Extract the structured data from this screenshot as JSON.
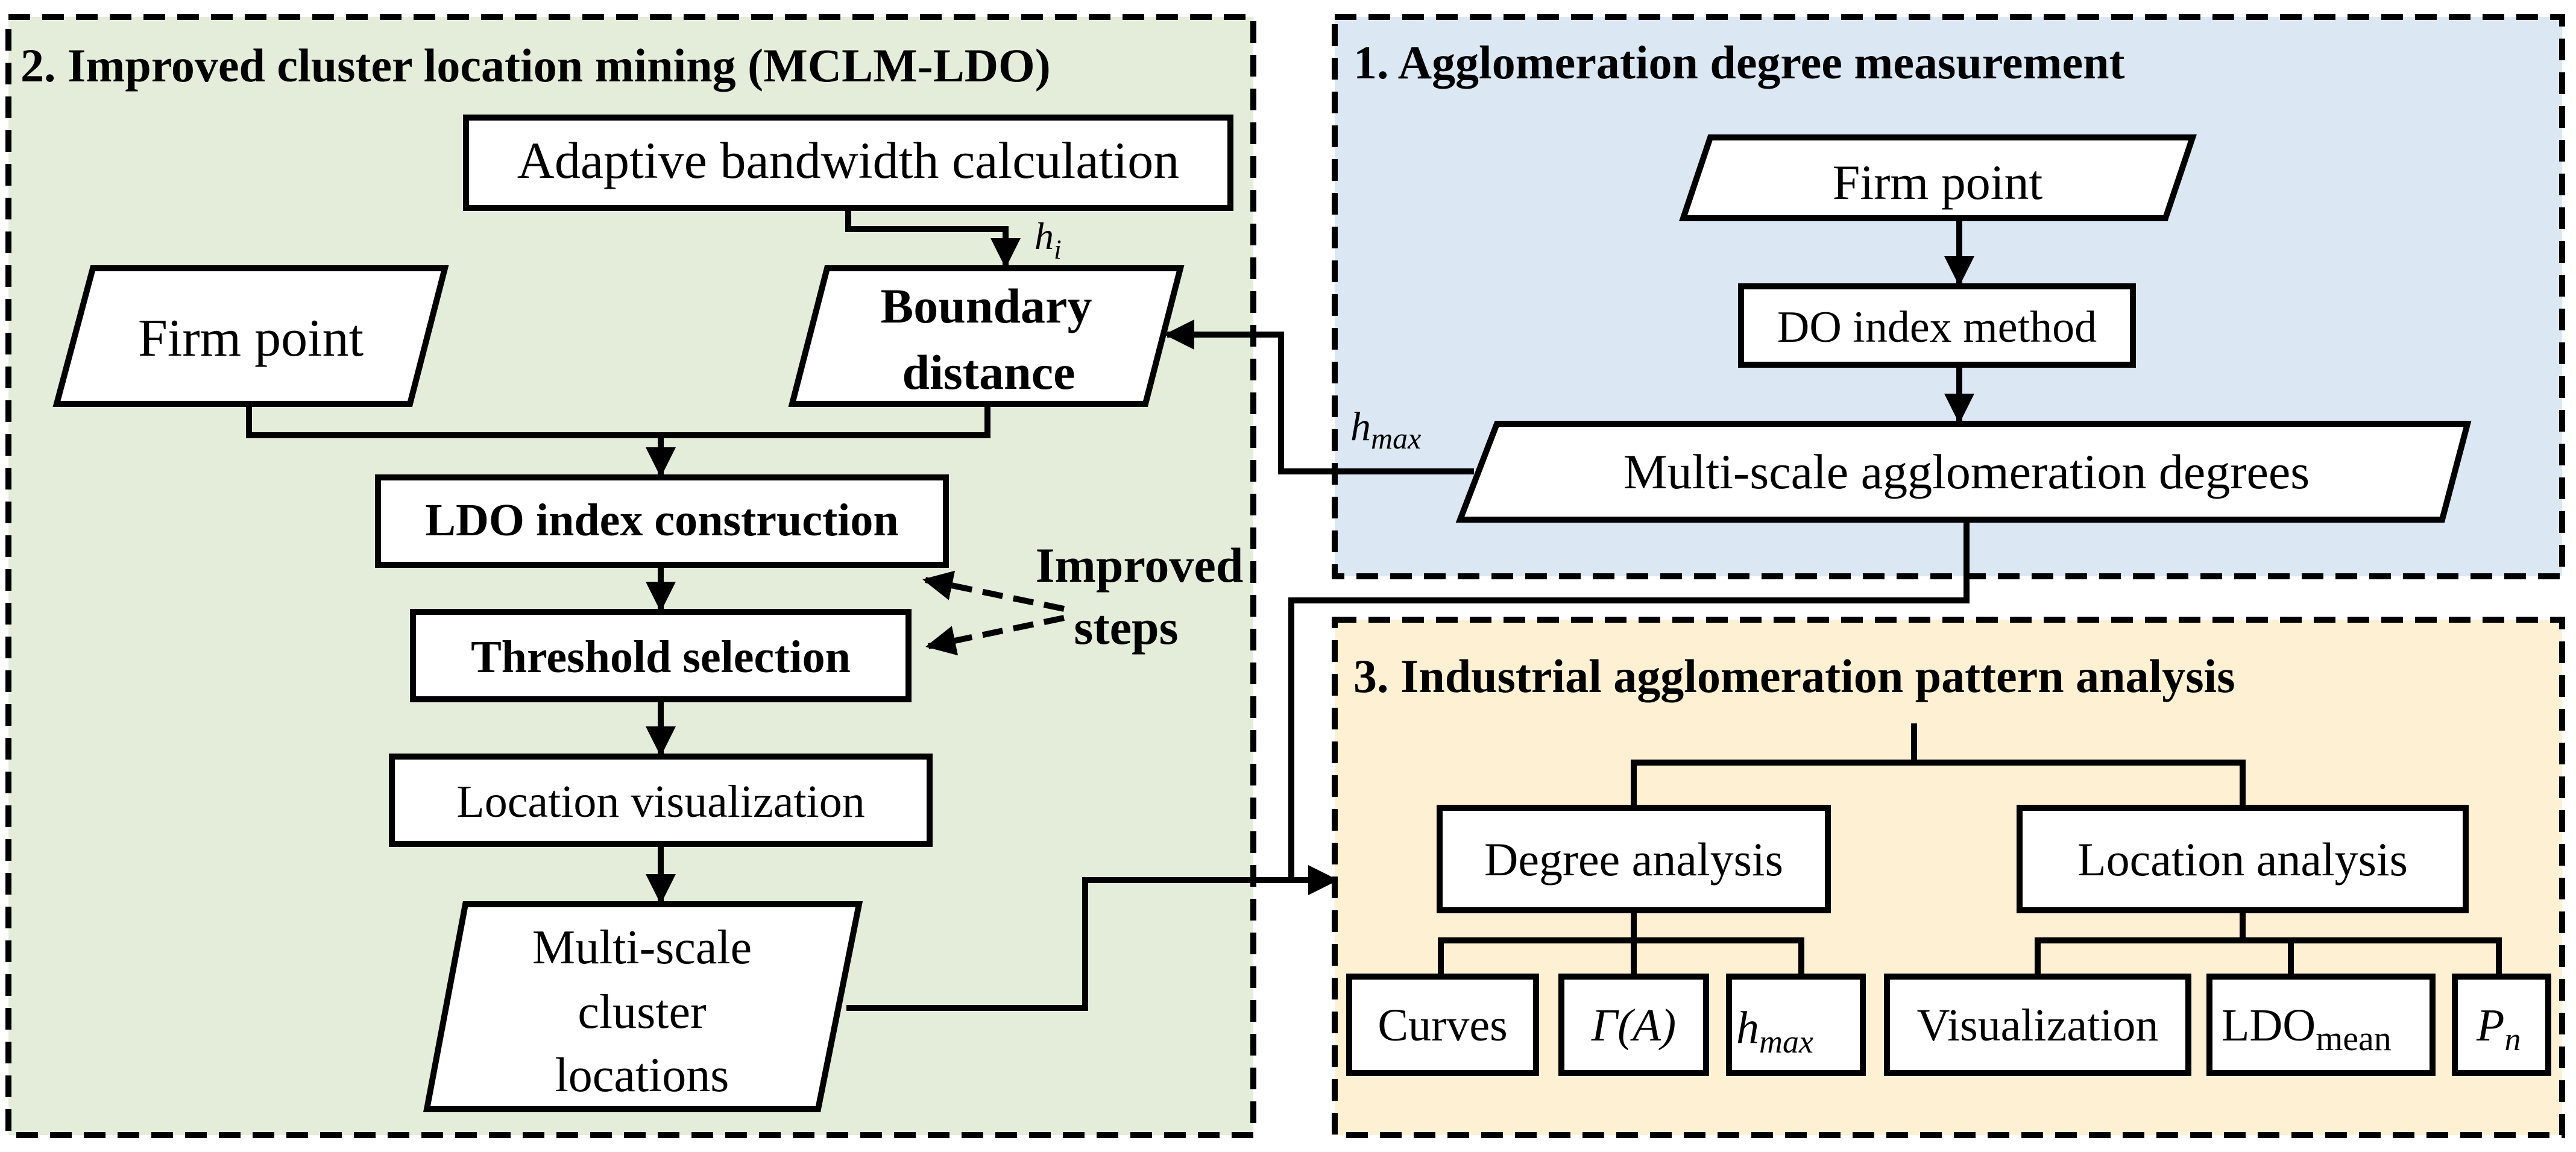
{
  "colors": {
    "panel_green": "#e3edd9",
    "panel_blue": "#dce7f4",
    "panel_yellow": "#fdf0d3",
    "stroke": "#000000"
  },
  "panels": {
    "p1_title": "1. Agglomeration degree measurement",
    "p2_title": "2. Improved cluster location mining (MCLM-LDO)",
    "p3_title": "3. Industrial agglomeration pattern analysis"
  },
  "p1": {
    "firm_point": "Firm point",
    "do_index": "DO index method",
    "multi_scale_degrees": "Multi-scale agglomeration degrees"
  },
  "p2": {
    "adaptive_bandwidth": "Adaptive bandwidth calculation",
    "h_i_main": "h",
    "h_i_sub": "i",
    "firm_point": "Firm point",
    "boundary_line1": "Boundary",
    "boundary_line2": "distance",
    "ldo_construction": "LDO index construction",
    "threshold_selection": "Threshold selection",
    "location_visualization": "Location visualization",
    "clusters_line1": "Multi-scale",
    "clusters_line2": "cluster",
    "clusters_line3": "locations",
    "improved_line1": "Improved",
    "improved_line2": "steps",
    "hmax_main": "h",
    "hmax_sub": "max"
  },
  "p3": {
    "degree_analysis": "Degree analysis",
    "location_analysis": "Location analysis",
    "curves": "Curves",
    "gamma": "Γ(A)",
    "hmax_main": "h",
    "hmax_sub": "max",
    "visualization": "Visualization",
    "ldo_mean_main": "LDO",
    "ldo_mean_sub": "mean",
    "pn_main": "P",
    "pn_sub": "n"
  }
}
